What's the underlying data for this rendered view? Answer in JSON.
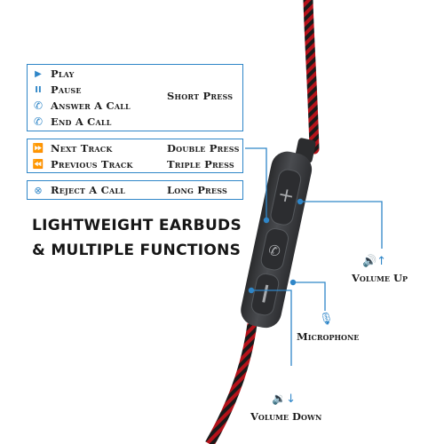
{
  "colors": {
    "accent": "#2f86c8",
    "cable_red": "#c8141c",
    "cable_black": "#1a1a1a",
    "remote": "#3b3d40"
  },
  "box1": {
    "items": [
      {
        "icon": "play-icon",
        "label": "Play"
      },
      {
        "icon": "pause-icon",
        "label": "Pause"
      },
      {
        "icon": "phone-answer-icon",
        "label": "Answer A Call"
      },
      {
        "icon": "phone-end-icon",
        "label": "End A Call"
      }
    ],
    "action": "Short Press"
  },
  "box2": {
    "items": [
      {
        "icon": "next-track-icon",
        "label": "Next Track",
        "action": "Double Press"
      },
      {
        "icon": "previous-track-icon",
        "label": "Previous Track",
        "action": "Triple Press"
      }
    ]
  },
  "box3": {
    "items": [
      {
        "icon": "reject-call-icon",
        "label": "Reject A Call",
        "action": "Long Press"
      }
    ]
  },
  "headline": {
    "line1": "LIGHTWEIGHT EARBUDS",
    "line2": "& MULTIPLE FUNCTIONS"
  },
  "callouts": {
    "volume_up": "Volume Up",
    "microphone": "Microphone",
    "volume_down": "Volume Down"
  }
}
